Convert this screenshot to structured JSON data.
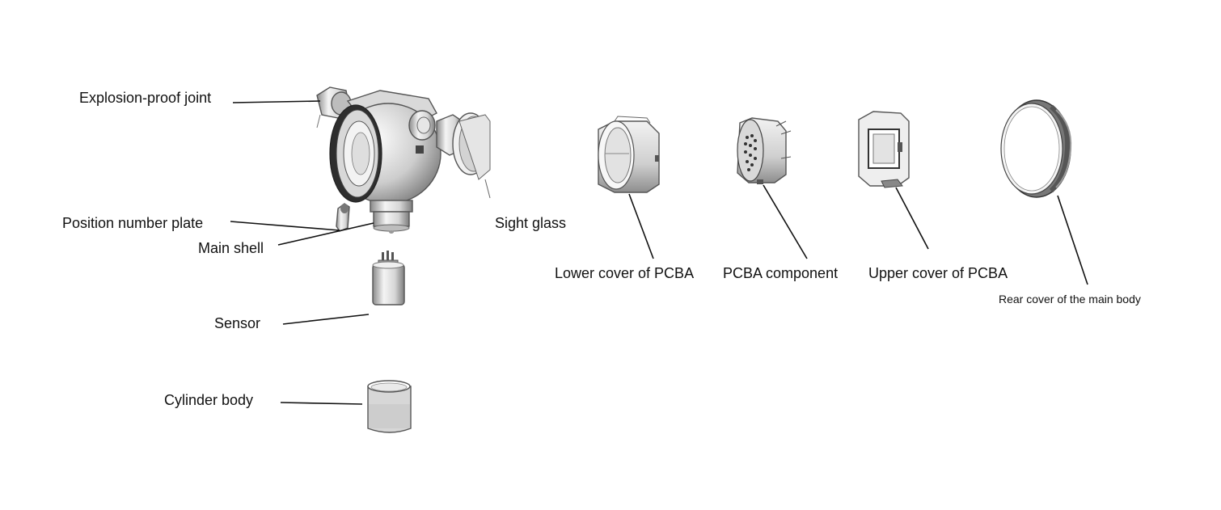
{
  "labels": {
    "explosion_proof_joint": "Explosion-proof joint",
    "position_number_plate": "Position number plate",
    "main_shell": "Main shell",
    "sight_glass": "Sight glass",
    "sensor": "Sensor",
    "cylinder_body": "Cylinder body",
    "lower_cover_pcba": "Lower cover of PCBA",
    "pcba_component": "PCBA component",
    "upper_cover_pcba": "Upper cover of PCBA",
    "rear_cover_main_body": "Rear cover of the main body"
  }
}
